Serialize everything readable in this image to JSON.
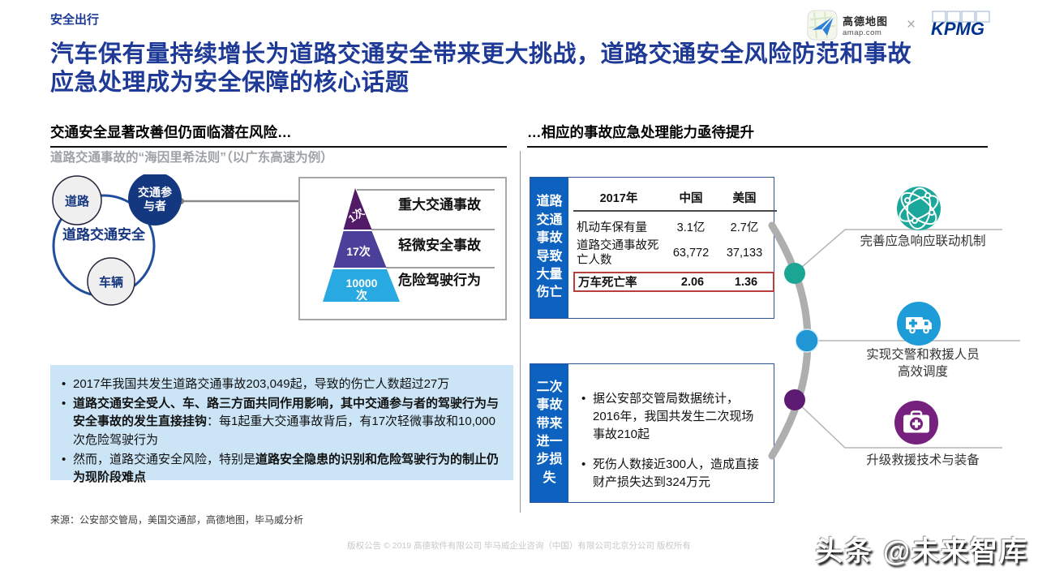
{
  "page": {
    "eyebrow": "安全出行",
    "title": "汽车保有量持续增长为道路交通安全带来更大挑战，道路交通安全风险防范和事故\n应急处理成为安全保障的核心话题",
    "source": "来源：公安部交管局，美国交通部，高德地图，毕马威分析",
    "copyright": "版权公告 © 2019 高德软件有限公司 毕马威企业咨询（中国）有限公司北京分公司 版权所有",
    "watermark": "头条 @未来智库"
  },
  "logos": {
    "amap_name": "高德地图",
    "amap_domain": "amap.com",
    "separator": "×",
    "kpmg": "KPMG"
  },
  "left": {
    "heading": "交通安全显著改善但仍面临潜在风险…",
    "subheading": "道路交通事故的“海因里希法则”（以广东高速为例）",
    "venn": {
      "center": "道路交通安全",
      "top_left": "道路",
      "top_right_line1": "交通参",
      "top_right_line2": "与者",
      "bottom": "车辆"
    },
    "pyramid": {
      "tiers": [
        {
          "count": "1次",
          "label": "重大交通事故",
          "color": "#511B67"
        },
        {
          "count": "17次",
          "label": "轻微安全事故",
          "color": "#4A3F99"
        },
        {
          "count_line1": "10000",
          "count_line2": "次",
          "label": "危险驾驶行为",
          "color": "#29A9E1"
        }
      ]
    },
    "insights": [
      {
        "pre": "2017年我国共发生道路交通事故203,049起，导致的伤亡人数超过27万",
        "bold": "",
        "post": ""
      },
      {
        "pre": "",
        "bold": "道路交通安全受人、车、路三方面共同作用影响，其中交通参与者的驾驶行为与安全事故的发生直接挂钩",
        "post": "：每1起重大交通事故背后，有17次轻微事故和10,000次危险驾驶行为"
      },
      {
        "pre": "然而，道路交通安全风险，特别是",
        "bold": "道路安全隐患的识别和危险驾驶行为的制止仍为现阶段难点",
        "post": ""
      }
    ]
  },
  "right": {
    "heading": "…相应的事故应急处理能力亟待提升",
    "stats_box": {
      "side_label": "道路交通事故导致大量伤亡",
      "table": {
        "headers": [
          "2017年",
          "中国",
          "美国"
        ],
        "rows": [
          {
            "label": "机动车保有量",
            "cn": "3.1亿",
            "us": "2.7亿"
          },
          {
            "label": "道路交通事故死亡人数",
            "cn": "63,772",
            "us": "37,133"
          },
          {
            "label": "万车死亡率",
            "cn": "2.06",
            "us": "1.36"
          }
        ],
        "highlight_row": "万车死亡率"
      }
    },
    "secondary_box": {
      "side_label": "二次事故带来进一步损失",
      "bullets": [
        "据公安部交管局数据统计，2016年，我国共发生二次现场事故210起",
        "死伤人数接近300人，造成直接财产损失达到324万元"
      ]
    },
    "measures": [
      {
        "icon": "network-globe-icon",
        "label": "完善应急响应联动机制",
        "color": "#1BA79A"
      },
      {
        "icon": "ambulance-icon",
        "label": "实现交警和救援人员\n高效调度",
        "color": "#1E9CD8"
      },
      {
        "icon": "first-aid-kit-icon",
        "label": "升级救援技术与装备",
        "color": "#75217D"
      }
    ]
  },
  "colors": {
    "title_blue": "#1E3A96",
    "kpmg_blue": "#00338D",
    "bar_blue": "#0C62BE",
    "box_border_blue": "#2F5397",
    "insight_bg": "#CBE5F6",
    "highlight_red": "#B8403C",
    "arc_gray": "#AEAEAE"
  }
}
